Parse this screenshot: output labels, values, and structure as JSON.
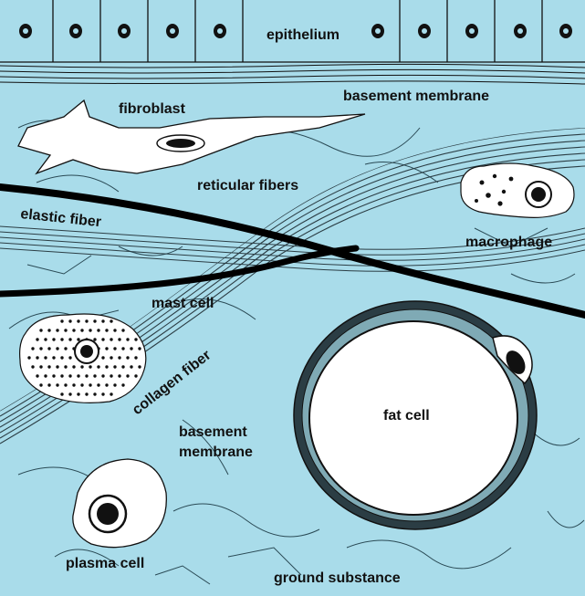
{
  "labels": {
    "epithelium": "epithelium",
    "basement_membrane_top": "basement membrane",
    "fibroblast": "fibroblast",
    "reticular_fibers": "reticular fibers",
    "elastic_fiber": "elastic fiber",
    "macrophage": "macrophage",
    "mast_cell": "mast cell",
    "collagen_fiber": "collagen fiber",
    "fat_cell": "fat cell",
    "basement_membrane_lower_1": "basement",
    "basement_membrane_lower_2": "membrane",
    "plasma_cell": "plasma cell",
    "ground_substance": "ground substance"
  },
  "colors": {
    "background": "#a9dcea",
    "cell_fill": "#ffffff",
    "ink": "#111111"
  }
}
